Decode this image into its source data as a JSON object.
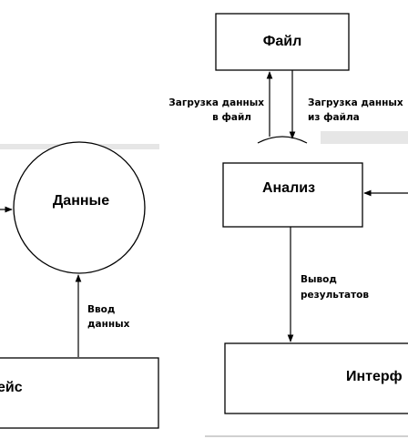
{
  "diagram": {
    "nodes": {
      "file": "Файл",
      "data": "Данные",
      "analysis": "Анализ",
      "interface_right": "Интерф",
      "interface_left": "ейс"
    },
    "edges": {
      "load_to_file_line1": "Загрузка данных",
      "load_to_file_line2": "в файл",
      "load_from_file_line1": "Загрузка данных",
      "load_from_file_line2": "из файла",
      "output_line1": "Вывод",
      "output_line2": "результатов",
      "input_line1": "Ввод",
      "input_line2": "данных"
    }
  }
}
